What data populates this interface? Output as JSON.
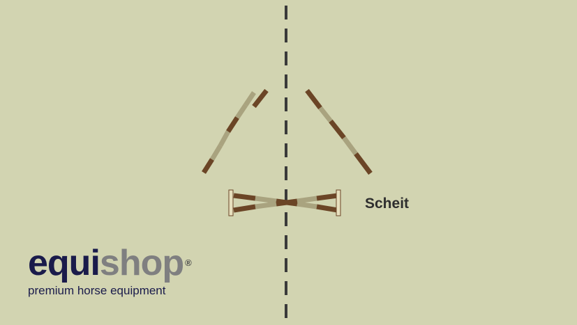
{
  "labels": {
    "scheit": "Scheit"
  },
  "brand": {
    "name_part1": "equi",
    "name_part2": "shop",
    "registered": "®",
    "tagline": "premium horse equipment"
  },
  "colors": {
    "background": "#d2d4b1",
    "pole_dark": "#6b4526",
    "pole_light": "#a9a37f",
    "centerline": "#3a3a3a",
    "brand_navy": "#1a1b4b",
    "brand_gray": "#7f7f80"
  }
}
